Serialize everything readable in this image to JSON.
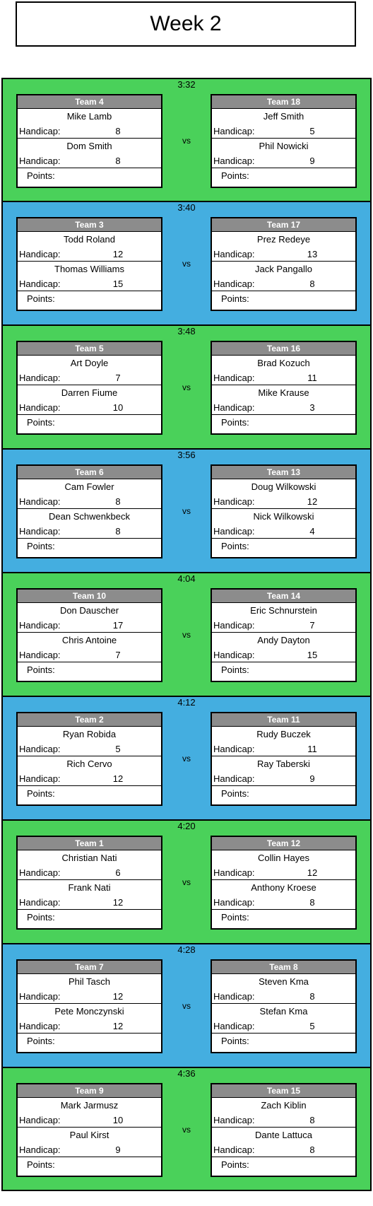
{
  "title": "Week 2",
  "labels": {
    "handicap": "Handicap:",
    "points": "Points:",
    "vs": "vs"
  },
  "colors": {
    "green": "#4ad15a",
    "blue": "#44aee0",
    "header": "#8c8c8c"
  },
  "matches": [
    {
      "time": "3:32",
      "color": "green",
      "left": {
        "team": "Team 4",
        "players": [
          {
            "name": "Mike Lamb",
            "handicap": "8"
          },
          {
            "name": "Dom Smith",
            "handicap": "8"
          }
        ]
      },
      "right": {
        "team": "Team 18",
        "players": [
          {
            "name": "Jeff Smith",
            "handicap": "5"
          },
          {
            "name": "Phil Nowicki",
            "handicap": "9"
          }
        ]
      }
    },
    {
      "time": "3:40",
      "color": "blue",
      "left": {
        "team": "Team 3",
        "players": [
          {
            "name": "Todd Roland",
            "handicap": "12"
          },
          {
            "name": "Thomas Williams",
            "handicap": "15"
          }
        ]
      },
      "right": {
        "team": "Team 17",
        "players": [
          {
            "name": "Prez Redeye",
            "handicap": "13"
          },
          {
            "name": "Jack Pangallo",
            "handicap": "8"
          }
        ]
      }
    },
    {
      "time": "3:48",
      "color": "green",
      "left": {
        "team": "Team 5",
        "players": [
          {
            "name": "Art Doyle",
            "handicap": "7"
          },
          {
            "name": "Darren Fiume",
            "handicap": "10"
          }
        ]
      },
      "right": {
        "team": "Team 16",
        "players": [
          {
            "name": "Brad Kozuch",
            "handicap": "11"
          },
          {
            "name": "Mike Krause",
            "handicap": "3"
          }
        ]
      }
    },
    {
      "time": "3:56",
      "color": "blue",
      "left": {
        "team": "Team 6",
        "players": [
          {
            "name": "Cam Fowler",
            "handicap": "8"
          },
          {
            "name": "Dean Schwenkbeck",
            "handicap": "8"
          }
        ]
      },
      "right": {
        "team": "Team 13",
        "players": [
          {
            "name": "Doug Wilkowski",
            "handicap": "12"
          },
          {
            "name": "Nick Wilkowski",
            "handicap": "4"
          }
        ]
      }
    },
    {
      "time": "4:04",
      "color": "green",
      "left": {
        "team": "Team 10",
        "players": [
          {
            "name": "Don Dauscher",
            "handicap": "17"
          },
          {
            "name": "Chris Antoine",
            "handicap": "7"
          }
        ]
      },
      "right": {
        "team": "Team 14",
        "players": [
          {
            "name": "Eric Schnurstein",
            "handicap": "7"
          },
          {
            "name": "Andy Dayton",
            "handicap": "15"
          }
        ]
      }
    },
    {
      "time": "4:12",
      "color": "blue",
      "left": {
        "team": "Team 2",
        "players": [
          {
            "name": "Ryan Robida",
            "handicap": "5"
          },
          {
            "name": "Rich Cervo",
            "handicap": "12"
          }
        ]
      },
      "right": {
        "team": "Team 11",
        "players": [
          {
            "name": "Rudy Buczek",
            "handicap": "11"
          },
          {
            "name": "Ray Taberski",
            "handicap": "9"
          }
        ]
      }
    },
    {
      "time": "4:20",
      "color": "green",
      "left": {
        "team": "Team 1",
        "players": [
          {
            "name": "Christian Nati",
            "handicap": "6"
          },
          {
            "name": "Frank Nati",
            "handicap": "12"
          }
        ]
      },
      "right": {
        "team": "Team 12",
        "players": [
          {
            "name": "Collin Hayes",
            "handicap": "12"
          },
          {
            "name": "Anthony Kroese",
            "handicap": "8"
          }
        ]
      }
    },
    {
      "time": "4:28",
      "color": "blue",
      "left": {
        "team": "Team 7",
        "players": [
          {
            "name": "Phil Tasch",
            "handicap": "12"
          },
          {
            "name": "Pete Monczynski",
            "handicap": "12"
          }
        ]
      },
      "right": {
        "team": "Team 8",
        "players": [
          {
            "name": "Steven Kma",
            "handicap": "8"
          },
          {
            "name": "Stefan Kma",
            "handicap": "5"
          }
        ]
      }
    },
    {
      "time": "4:36",
      "color": "green",
      "left": {
        "team": "Team 9",
        "players": [
          {
            "name": "Mark Jarmusz",
            "handicap": "10"
          },
          {
            "name": "Paul Kirst",
            "handicap": "9"
          }
        ]
      },
      "right": {
        "team": "Team 15",
        "players": [
          {
            "name": "Zach Kiblin",
            "handicap": "8"
          },
          {
            "name": "Dante Lattuca",
            "handicap": "8"
          }
        ]
      }
    }
  ]
}
